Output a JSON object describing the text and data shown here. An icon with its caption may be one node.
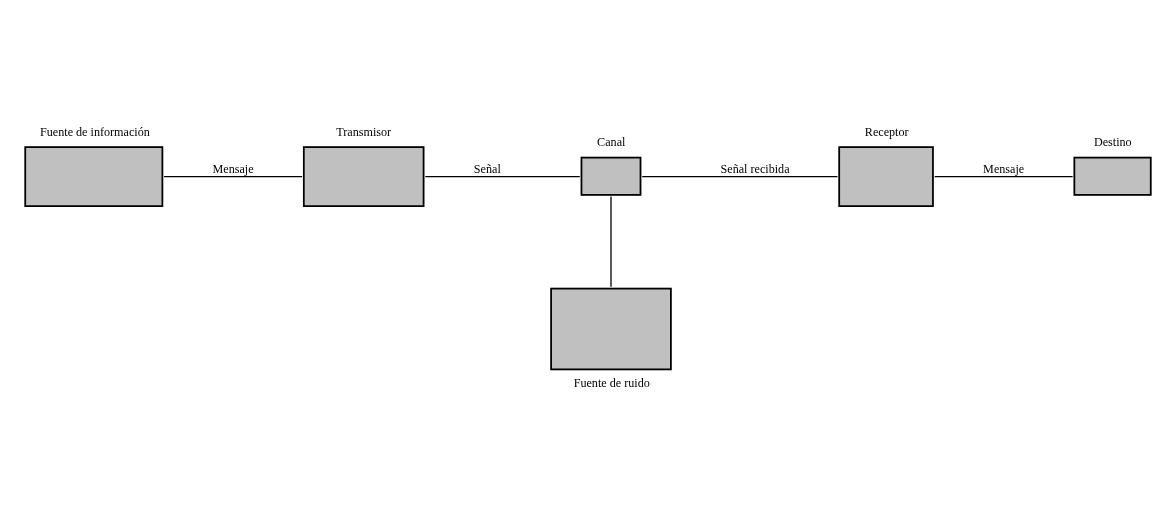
{
  "diagram": {
    "nodes": [
      {
        "text": [
          "Fuente de información"
        ]
      },
      {
        "text": [
          "Transmisor"
        ]
      },
      {
        "text": [
          "Canal"
        ]
      },
      {
        "text": [
          "Receptor"
        ]
      },
      {
        "text": [
          "Destino"
        ]
      },
      {
        "text": [
          "Fuente de ruido"
        ]
      }
    ],
    "edges": [
      {
        "from": 0,
        "to": 1,
        "arrow": "none",
        "label": "Mensaje"
      },
      {
        "from": 1,
        "to": 2,
        "arrow": "none",
        "label": "Señal"
      },
      {
        "from": 2,
        "to": 3,
        "arrow": "none",
        "label": "Señal recibida"
      },
      {
        "from": 3,
        "to": 4,
        "arrow": "none",
        "label": "Mensaje"
      },
      {
        "from": 2,
        "to": 5,
        "arrow": "none"
      }
    ]
  }
}
